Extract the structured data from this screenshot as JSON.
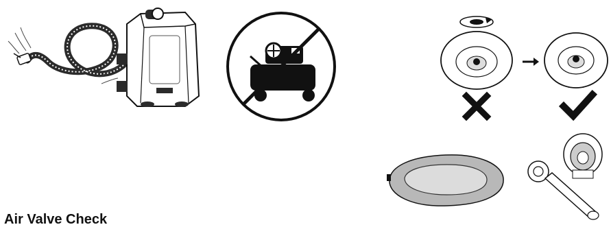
{
  "heading": {
    "text": "Air Valve Check"
  },
  "figures": {
    "pump": "inflation-pump-with-hose",
    "no_compressor": "no-air-compressor-prohibition",
    "valve_steps": "valve-cap-twist-incorrect-correct",
    "mattress": "deflated-air-mattress",
    "wrench": "valve-wrench-and-valve"
  },
  "colors": {
    "ink": "#111111",
    "fill_light": "#dcdcdc",
    "fill_mid": "#b5b5b5",
    "fill_dark": "#2b2b2b"
  }
}
